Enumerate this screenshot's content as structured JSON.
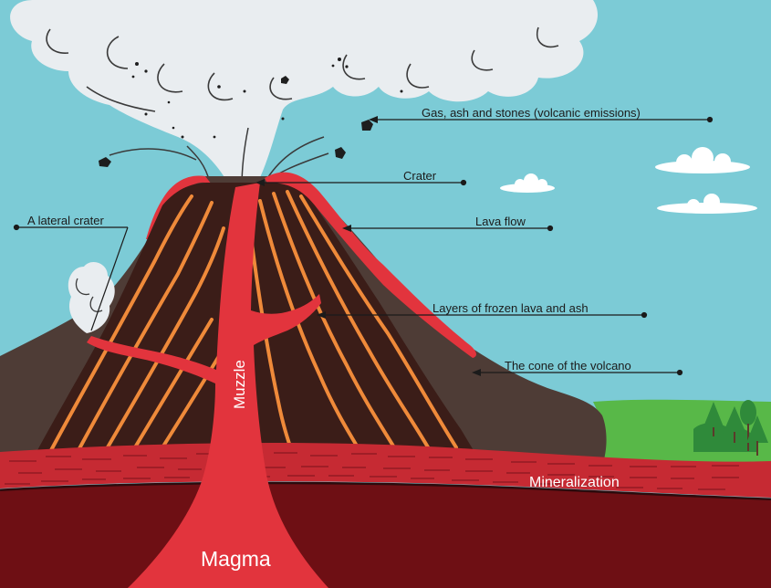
{
  "labels": {
    "emissions": "Gas, ash and stones (volcanic emissions)",
    "crater": "Crater",
    "lateral_crater": "A lateral crater",
    "lava_flow": "Lava flow",
    "layers": "Layers of frozen lava and ash",
    "cone": "The cone of the volcano",
    "muzzle": "Muzzle",
    "mineralization": "Mineralization",
    "magma": "Magma"
  },
  "colors": {
    "sky": "#7ccbd6",
    "cloud": "#e9edf0",
    "cone_dark": "#4e3c36",
    "lava_layer": "#3b1d18",
    "lava": "#e2343d",
    "lava_stripe": "#ef8a3a",
    "crust": "#c62a33",
    "mantle": "#6e0f14",
    "grass": "#58b848",
    "tree": "#2f8a3a",
    "leader_line": "#1b1b1b"
  }
}
